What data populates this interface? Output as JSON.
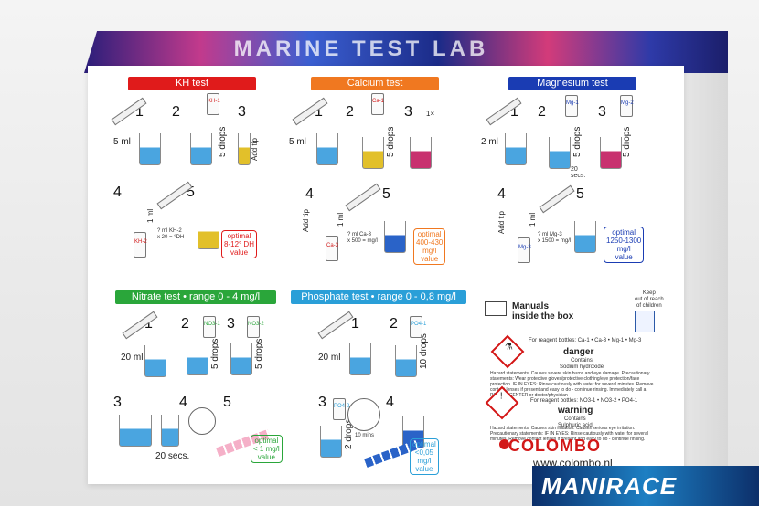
{
  "box": {
    "top_title": "MARINE TEST LAB"
  },
  "kh": {
    "title": "KH test",
    "color": "#e01b1b",
    "n1": "1",
    "n2": "2",
    "n3": "3",
    "n4": "4",
    "n5": "5",
    "vol": "5 ml",
    "drops": "5 drops",
    "add_tip": "Add tip",
    "ml1": "1 ml",
    "bottle1": "KH-1",
    "bottle2": "KH-2",
    "formula": "? ml KH-2\nx 20 = °DH",
    "result": "optimal\n8-12° DH\nvalue"
  },
  "calcium": {
    "title": "Calcium test",
    "color": "#f07820",
    "n1": "1",
    "n2": "2",
    "n3": "3",
    "n4": "4",
    "n5": "5",
    "vol": "5 ml",
    "drops": "5 drops",
    "add_tip": "Add tip",
    "ml1": "1 ml",
    "one_x": "1×",
    "bottle1": "Ca-1",
    "bottle3": "Ca-3",
    "formula": "? ml Ca-3\nx 500 = mg/l",
    "result": "optimal\n400-430\nmg/l\nvalue"
  },
  "magnesium": {
    "title": "Magnesium test",
    "color": "#1a3cb3",
    "n1": "1",
    "n2": "2",
    "n3": "3",
    "n4": "4",
    "n5": "5",
    "vol": "2 ml",
    "drops1": "5 drops",
    "drops2": "5 drops",
    "secs": "20\nsecs.",
    "add_tip": "Add tip",
    "ml1": "1 ml",
    "bottle1": "Mg-1",
    "bottle2": "Mg-2",
    "bottle3": "Mg-3",
    "formula": "? ml Mg-3\nx 1500 = mg/l",
    "result": "optimal\n1250-1300\nmg/l\nvalue"
  },
  "nitrate": {
    "title": "Nitrate test • range 0 - 4 mg/l",
    "color": "#2aa63a",
    "n1": "1",
    "n2": "2",
    "n3": "3",
    "n4": "4",
    "n5": "5",
    "vol": "20 ml",
    "drops1": "5 drops",
    "drops2": "5 drops",
    "secs": "20 secs.",
    "bottle1": "NO3-1",
    "bottle2": "NO3-2",
    "result": "optimal\n< 1 mg/l\nvalue"
  },
  "phosphate": {
    "title": "Phosphate test • range 0 - 0,8 mg/l",
    "color": "#2a9fd8",
    "n1": "1",
    "n2": "2",
    "n3": "3",
    "n4": "4",
    "vol": "20 ml",
    "drops1": "10 drops",
    "drops2": "2 drops",
    "mins": "10 mins",
    "bottle1": "PO4-1",
    "bottle2": "PO4-2",
    "result": "optimal\n<0,05\nmg/l\nvalue"
  },
  "info": {
    "manuals": "Manuals\ninside the box",
    "keep_out": "Keep\nout of reach\nof children",
    "reagent1": "For reagent bottles: Ca-1 • Ca-3 • Mg-1 • Mg-3",
    "danger": "danger",
    "danger_sub": "Contains\nSodium hydroxide",
    "hazard1": "Hazard statements: Causes severe skin burns and eye damage. Precautionary\nstatements: Wear protective gloves/protective clothing/eye protection/face\nprotection. IF IN EYES: Rinse cautiously with water for several minutes. Remove\ncontact lenses if present and easy to do - continue rinsing. Immediately call a\nPOISON CENTER or doctor/physician",
    "reagent2": "For reagent bottles: NO3-1 • NO3-2 • PO4-1",
    "warning": "warning",
    "warning_sub": "Contains\nSulphuric acid",
    "hazard2": "Hazard statements: Causes skin irritation. Causes serious eye irritation.\nPrecautionary statements: IF IN EYES: Rinse cautiously with water for several\nminutes. Remove contact lenses if present and easy to do - continue rinsing."
  },
  "brand": {
    "logo": "COLOMBO",
    "url": "www.colombo.nl",
    "watermark": "MANIRACE"
  }
}
